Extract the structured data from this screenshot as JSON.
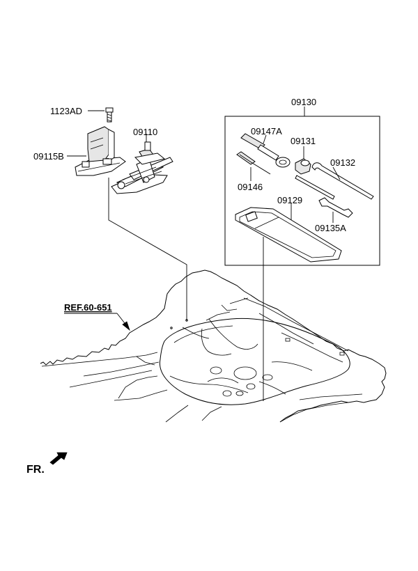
{
  "labels": {
    "p1123AD": "1123AD",
    "p09115B": "09115B",
    "p09110": "09110",
    "p09130": "09130",
    "p09147A": "09147A",
    "p09131": "09131",
    "p09132": "09132",
    "p09146": "09146",
    "p09129": "09129",
    "p09135A": "09135A",
    "ref": "REF.60-651",
    "fr": "FR."
  }
}
